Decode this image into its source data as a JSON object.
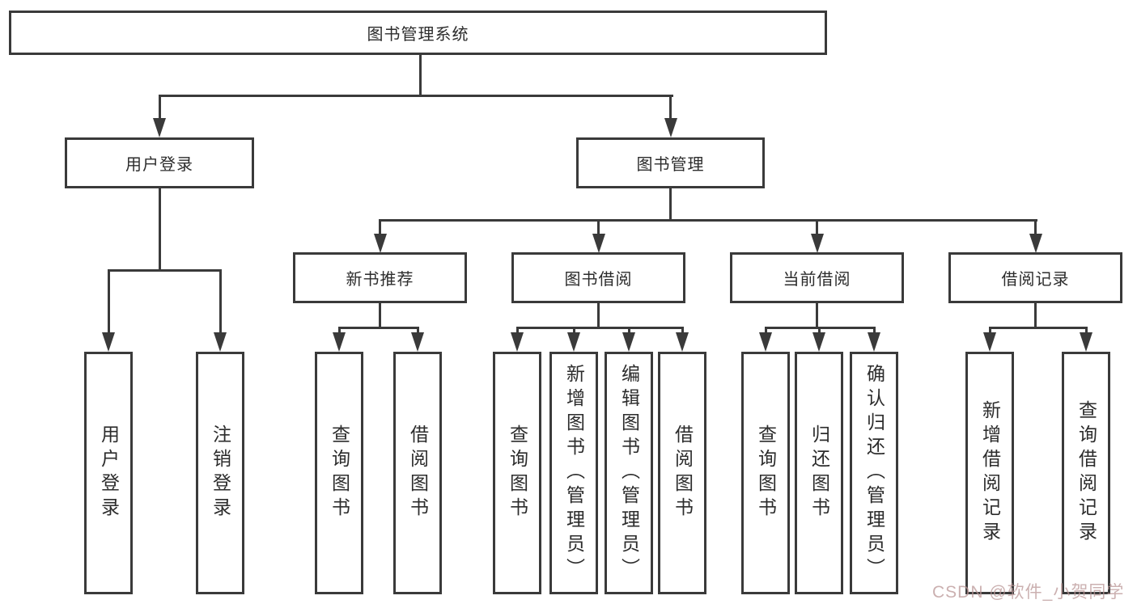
{
  "diagram": {
    "root": "图书管理系统",
    "level2": {
      "user_login": "用户登录",
      "book_mgmt": "图书管理"
    },
    "level3": {
      "recommend": "新书推荐",
      "borrow": "图书借阅",
      "current": "当前借阅",
      "records": "借阅记录"
    },
    "leaves": {
      "user_login": [
        "用户登录",
        "注销登录"
      ],
      "recommend": [
        "查询图书",
        "借阅图书"
      ],
      "borrow": [
        "查询图书",
        "新增图书（管理员）",
        "编辑图书（管理员）",
        "借阅图书"
      ],
      "current": [
        "查询图书",
        "归还图书",
        "确认归还（管理员）"
      ],
      "records": [
        "新增借阅记录",
        "查询借阅记录"
      ]
    }
  },
  "watermark": "CSDN @软件_小贺同学",
  "colors": {
    "line": "#3a3a3a",
    "text": "#2c2c2c",
    "background": "#ffffff",
    "watermark": "rgba(185,150,150,0.75)"
  }
}
